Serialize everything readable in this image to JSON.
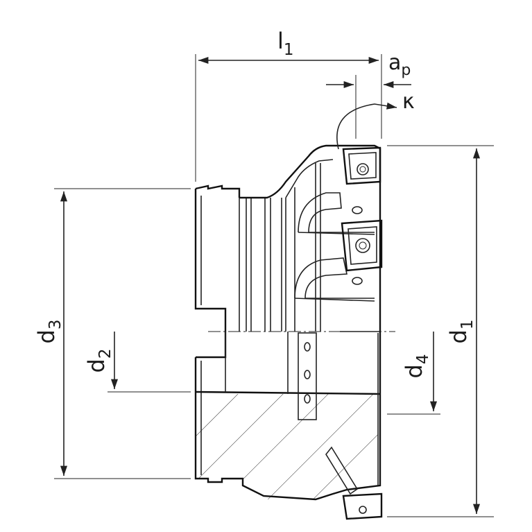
{
  "dimensions": {
    "l1": {
      "main": "l",
      "sub": "1"
    },
    "ap": {
      "main": "a",
      "sub": "p"
    },
    "kappa": {
      "main": "κ"
    },
    "d1": {
      "main": "d",
      "sub": "1"
    },
    "d2": {
      "main": "d",
      "sub": "2"
    },
    "d3": {
      "main": "d",
      "sub": "3"
    },
    "d4": {
      "main": "d",
      "sub": "4"
    }
  },
  "colors": {
    "line": "#222222",
    "background": "#ffffff"
  },
  "icons": {
    "arrowhead": "arrow-icon",
    "insert_screw": "torx-screw-icon"
  }
}
